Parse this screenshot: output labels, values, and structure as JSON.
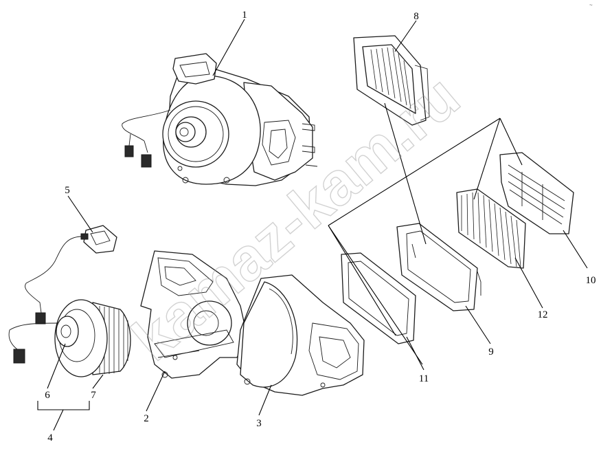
{
  "diagram": {
    "callouts": {
      "c1": "1",
      "c2": "2",
      "c3": "3",
      "c4": "4",
      "c5": "5",
      "c6": "6",
      "c7": "7",
      "c8": "8",
      "c9": "9",
      "c10": "10",
      "c11": "11",
      "c12": "12"
    },
    "watermark": "kamaz-kam.ru",
    "corner_mark": "~"
  }
}
